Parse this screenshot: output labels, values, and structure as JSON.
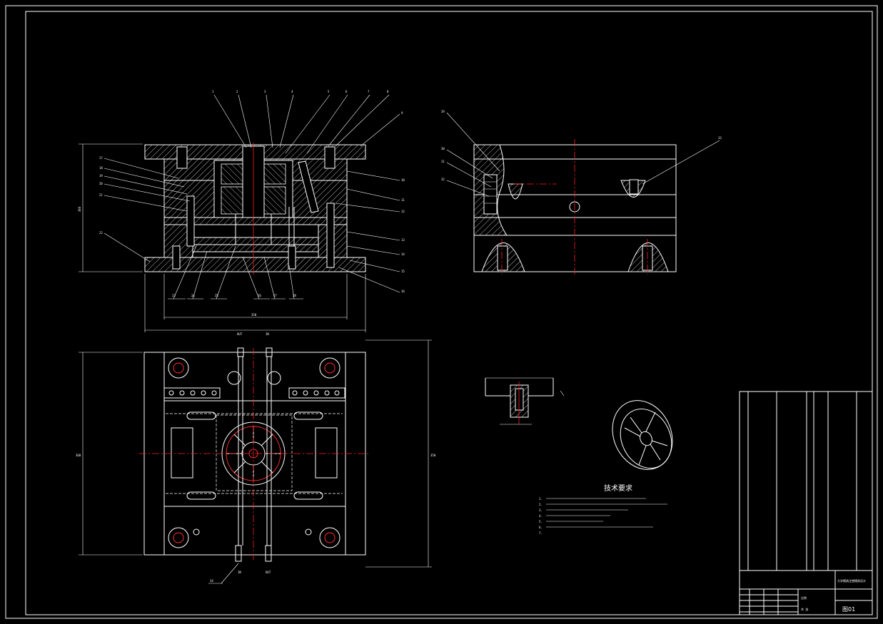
{
  "section_view": {
    "callouts_top": [
      "1",
      "2",
      "3",
      "4",
      "5",
      "6",
      "7",
      "8"
    ],
    "callouts_right": [
      "9",
      "10",
      "11",
      "12",
      "13",
      "14",
      "15",
      "16"
    ],
    "callouts_left": [
      "17",
      "18",
      "19",
      "20",
      "21",
      "22"
    ],
    "callouts_bottom": [
      "23",
      "24",
      "25",
      "26",
      "27",
      "28"
    ],
    "dim_height": "360",
    "dim_width": "350"
  },
  "side_view": {
    "callouts_left": [
      "29",
      "30",
      "31",
      "32"
    ],
    "callouts_right": [
      "33"
    ]
  },
  "plan_view": {
    "label_out_top": "OUT",
    "label_in_top": "IN",
    "label_in_bottom": "IN",
    "label_out_bottom": "OUT",
    "dim_left": "360",
    "dim_right": "350",
    "callout_bottom": "34"
  },
  "tech_requirements": {
    "title": "技术要求",
    "items": [
      "1.",
      "2.",
      "3.",
      "4.",
      "5.",
      "6.",
      "7."
    ]
  },
  "title_block": {
    "drawing_title": "大学模具注塑模具设计",
    "drawing_number": "图01",
    "scale_label": "比例",
    "sheet_label": "共 张"
  },
  "colors": {
    "background": "#000000",
    "line": "#ffffff",
    "centerline": "#ff2020"
  }
}
